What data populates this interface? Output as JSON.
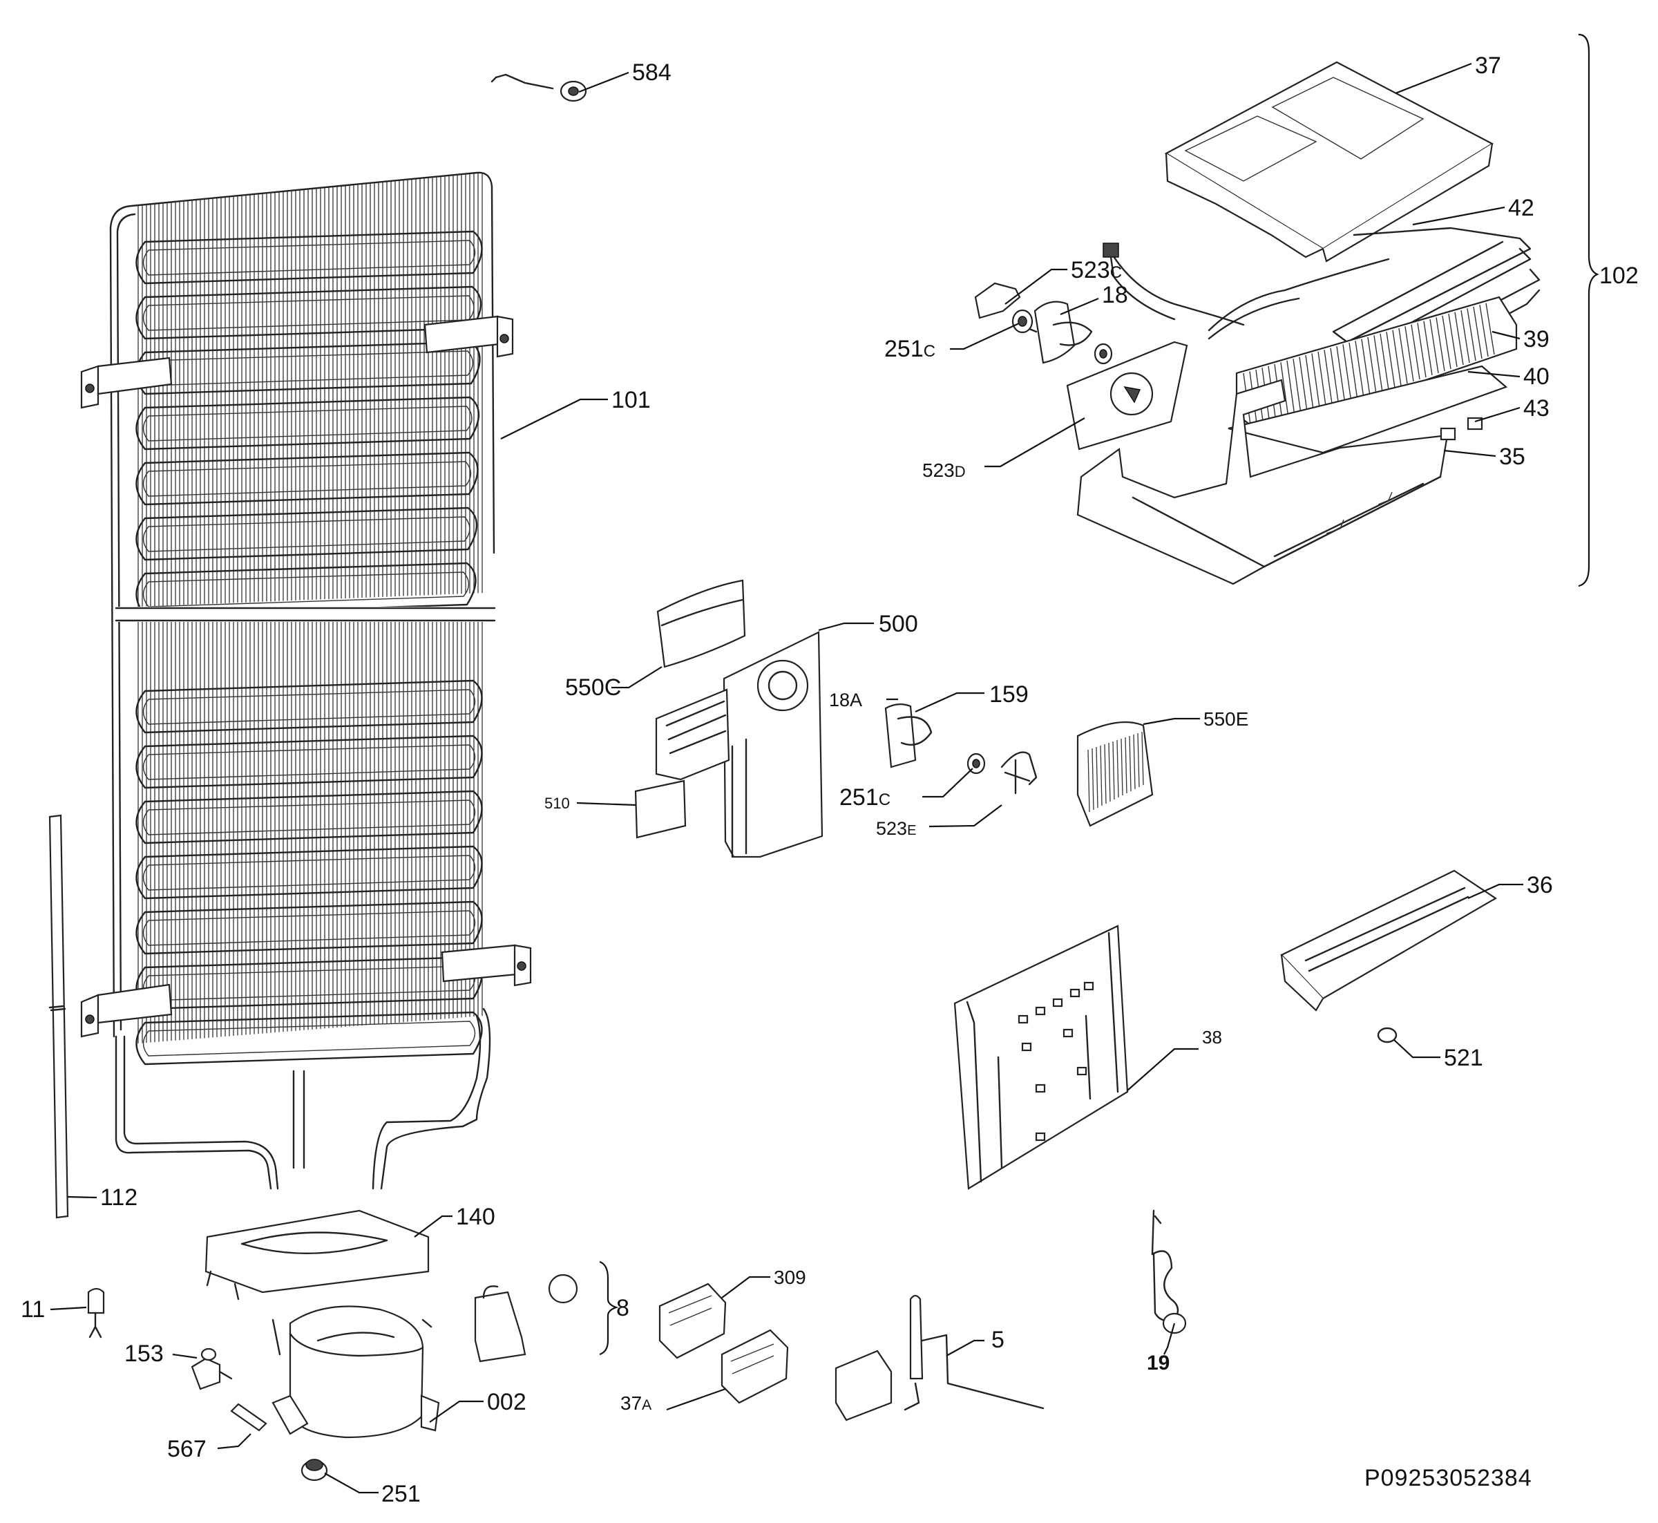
{
  "drawing_code": "P09253052384",
  "callouts": {
    "c584": "584",
    "c37": "37",
    "c42": "42",
    "c102": "102",
    "c523c_a": "523",
    "c523c_a_suffix": "C",
    "c18": "18",
    "c251c_a": "251",
    "c251c_a_suffix": "C",
    "c39": "39",
    "c40": "40",
    "c43": "43",
    "c35": "35",
    "c523d": "523",
    "c523d_suffix": "D",
    "c101": "101",
    "c500": "500",
    "c550c": "550C",
    "c18a": "18A",
    "c159": "159",
    "c550e": "550E",
    "c251c_b": "251",
    "c251c_b_suffix": "C",
    "c510": "510",
    "c523e": "523",
    "c523e_suffix": "E",
    "c36": "36",
    "c38": "38",
    "c521": "521",
    "c112": "112",
    "c140": "140",
    "c11": "11",
    "c153": "153",
    "c8": "8",
    "c309": "309",
    "c5": "5",
    "c19": "19",
    "c37a": "37",
    "c37a_suffix": "A",
    "c002": "002",
    "c567": "567",
    "c251": "251"
  }
}
